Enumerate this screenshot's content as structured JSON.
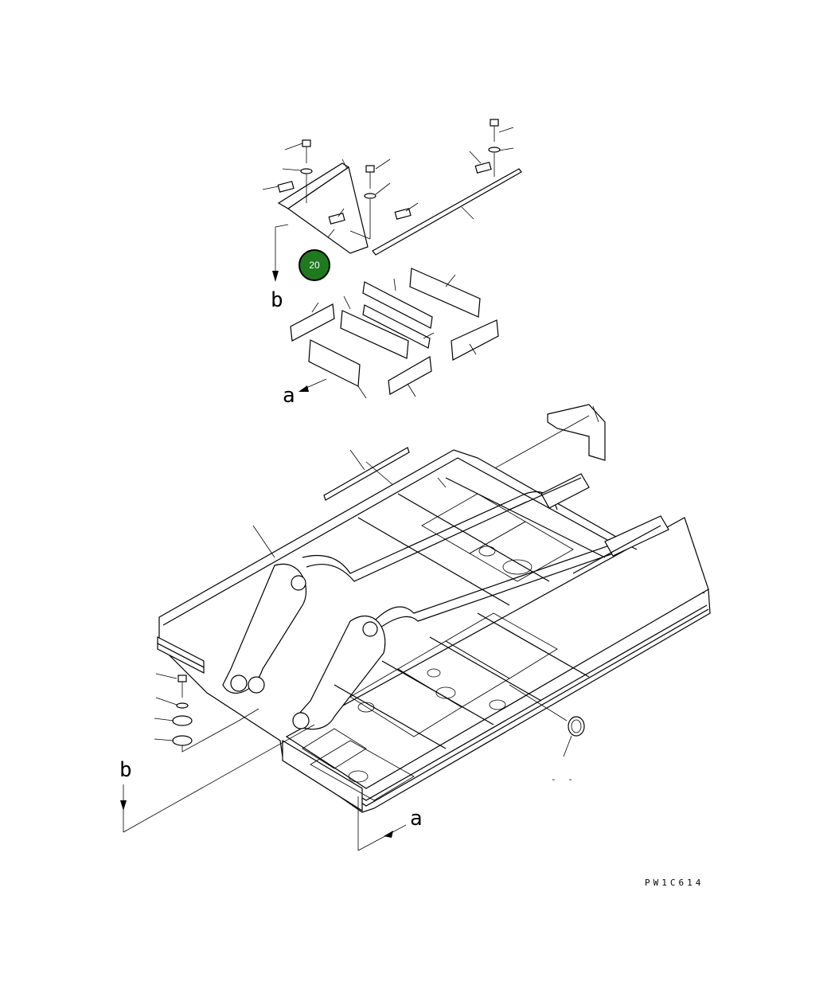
{
  "diagram": {
    "drawing_code": "PW1C614",
    "view_labels": {
      "a": "a",
      "b": "b"
    },
    "callouts": [
      {
        "id": "callout-20",
        "number": "20",
        "color": "#1f7a1f",
        "border": "#000000"
      }
    ],
    "dash_label": "- -"
  }
}
